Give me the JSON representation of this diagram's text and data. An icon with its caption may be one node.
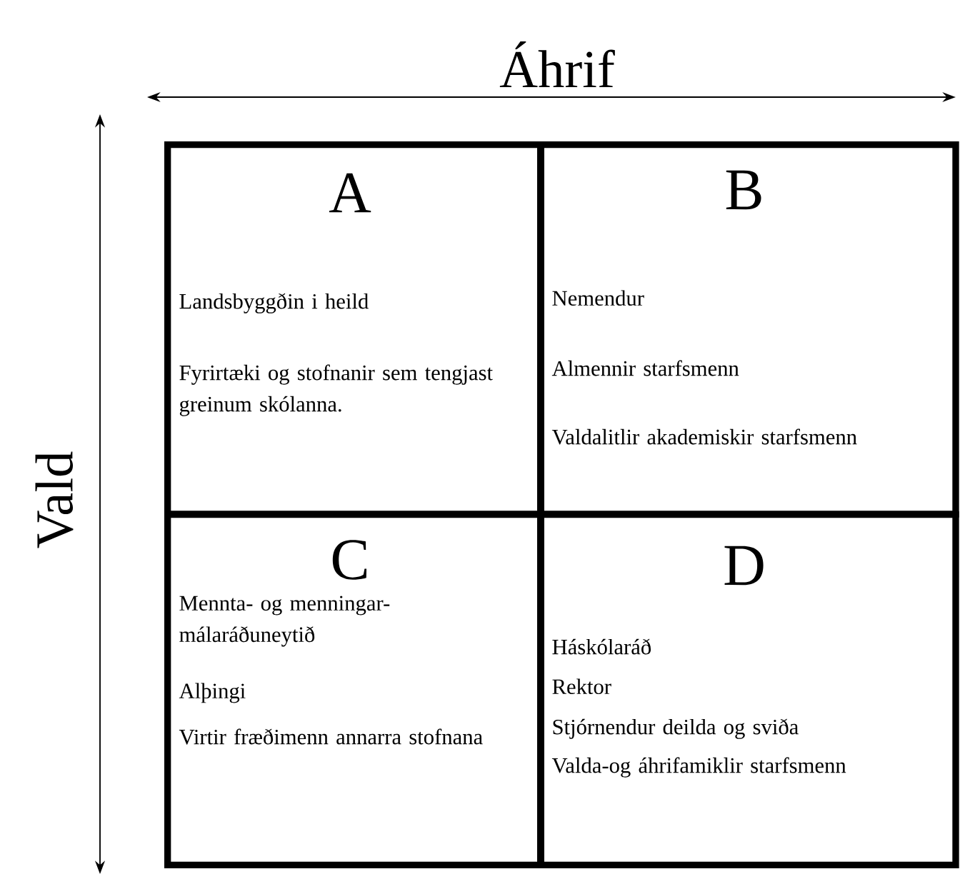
{
  "diagram": {
    "nodes": [
      {
        "text": [
          "A",
          "Landsbyggðin i heild",
          "Fyrirtæki og stofnanir sem tengjast greinum skólanna."
        ]
      },
      {
        "text": [
          "B",
          "Nemendur",
          "Almennir starfsmenn",
          "Valdalitlir akademiskir starfsmenn"
        ]
      },
      {
        "text": [
          "C",
          "Mennta- og menningar-málaráðuneytið",
          "Alþingi",
          "Virtir fræðimenn annarra stofnana"
        ]
      },
      {
        "text": [
          "D",
          "Háskólaráð",
          "Rektor",
          "Stjórnendur deilda og sviða",
          "Valda-og áhrifamiklir starfsmenn"
        ]
      }
    ],
    "labels": [
      "Áhrif",
      "Vald"
    ]
  }
}
